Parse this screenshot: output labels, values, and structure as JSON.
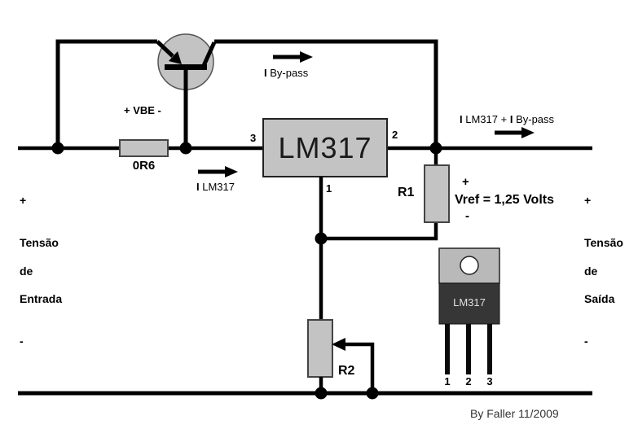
{
  "diagram": {
    "regulator_block": {
      "label": "LM317",
      "pin_left": "3",
      "pin_right": "2",
      "pin_bottom": "1"
    },
    "components": {
      "series_resistor": "0R6",
      "r1": "R1",
      "r2": "R2"
    },
    "vbe_label": "+ VBE -",
    "vref": {
      "plus": "+",
      "text": "Vref = 1,25 Volts",
      "minus": "-"
    },
    "currents": {
      "bypass_i": "I",
      "bypass_text": "By-pass",
      "lm317_i": "I",
      "lm317_text": "LM317",
      "total_parts": [
        "I",
        "LM317 +",
        "I",
        "By-pass"
      ]
    },
    "input_column": {
      "plus": "+",
      "line1": "Tensão",
      "line2": "de",
      "line3": "Entrada",
      "minus": "-"
    },
    "output_column": {
      "plus": "+",
      "line1": "Tensão",
      "line2": "de",
      "line3": "Saída",
      "minus": "-"
    },
    "package": {
      "label": "LM317",
      "pins": [
        "1",
        "2",
        "3"
      ]
    },
    "byline": "By Faller 11/2009",
    "colors": {
      "component_fill": "#c3c3c3",
      "package_tab": "#b9b9b9",
      "package_body": "#363636",
      "wire": "#000000"
    }
  }
}
